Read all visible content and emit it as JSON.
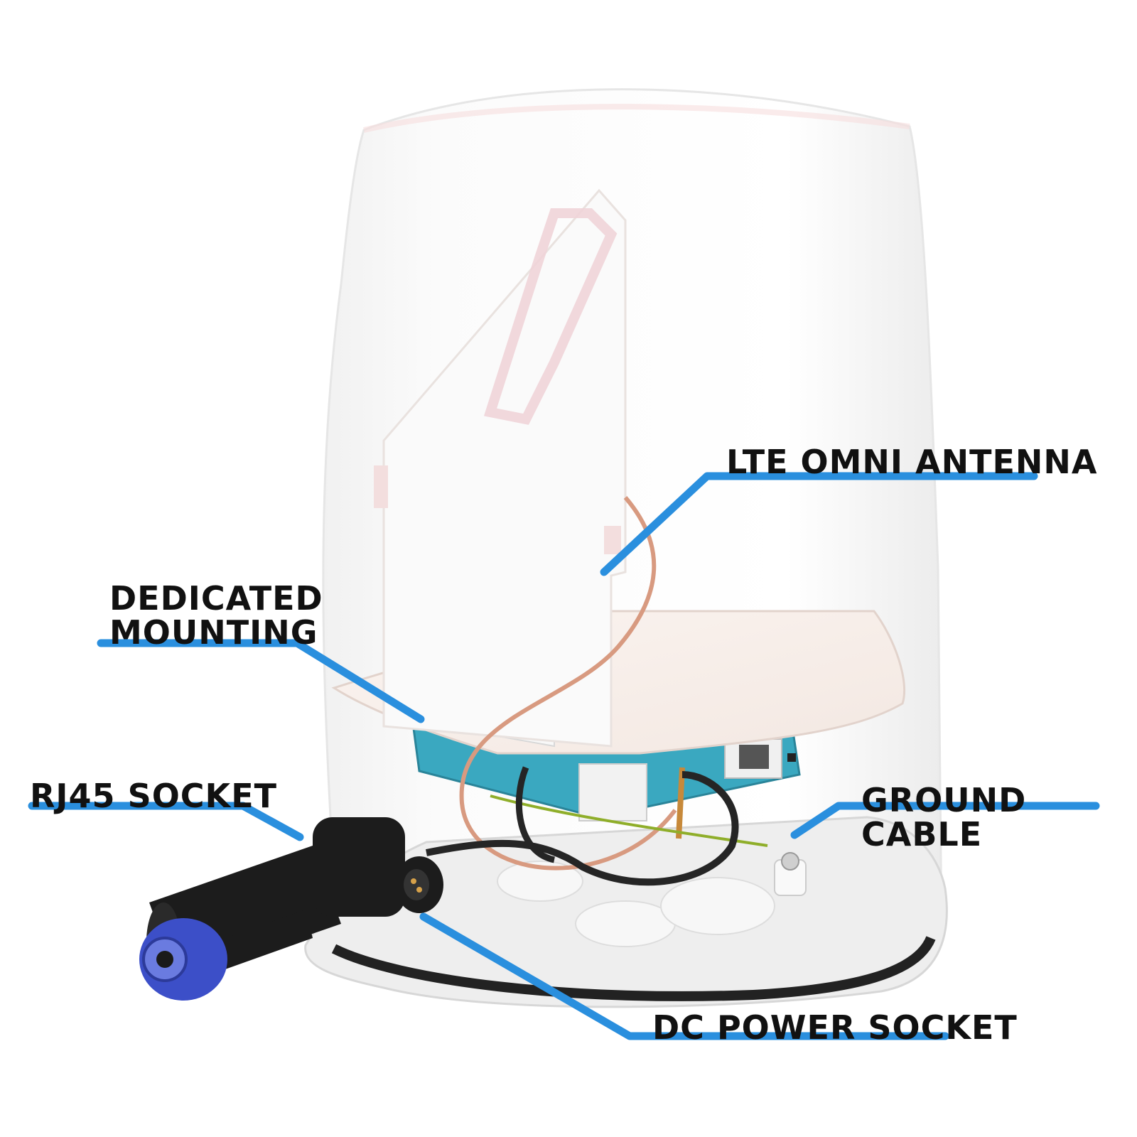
{
  "callouts": {
    "lte_antenna": "LTE OMNI ANTENNA",
    "dedicated_mounting": "DEDICATED\nMOUNTING",
    "rj45_socket": "RJ45 SOCKET",
    "ground_cable": "GROUND CABLE",
    "dc_power_socket": "DC POWER SOCKET"
  },
  "colors": {
    "leader_line": "#2a8fde",
    "label_text": "#111111",
    "enclosure": "#f7f7f7",
    "board": "#3aa8c0",
    "coax_cable": "#d89a80",
    "connector_blue": "#3c4fc8",
    "connector_black": "#1c1c1c"
  },
  "icons": {
    "enclosure": "transparent-radome-icon",
    "antenna": "antenna-plate-icon",
    "router": "router-board-icon",
    "rj45": "rj45-connector-icon",
    "dc": "dc-connector-icon"
  }
}
